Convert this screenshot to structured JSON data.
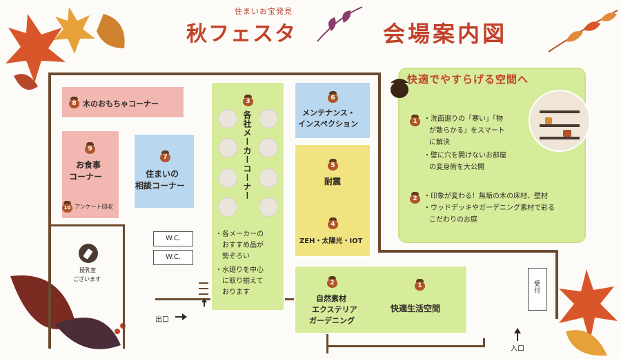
{
  "header": {
    "subtitle": "住まいお宝発見",
    "event_title": "秋フェスタ",
    "map_title": "会場案内図"
  },
  "rooms": {
    "r8": {
      "num": "8",
      "label": "木のおもちゃコーナー"
    },
    "r9": {
      "num": "9",
      "label1": "お食事",
      "label2": "コーナー"
    },
    "r10": {
      "num": "10",
      "label": "アンケート回収"
    },
    "r7": {
      "num": "7",
      "label1": "住まいの",
      "label2": "相談コーナー"
    },
    "r3": {
      "num": "3",
      "label": "各社メーカーコーナー"
    },
    "r6": {
      "num": "6",
      "label1": "メンテナンス・",
      "label2": "インスペクション"
    },
    "r5": {
      "num": "5",
      "label": "耐震"
    },
    "r4": {
      "num": "4",
      "label": "ZEH・太陽光・IOT"
    },
    "r2": {
      "num": "2",
      "label1": "自然素材",
      "label2": "エクステリア",
      "label3": "ガーデニング"
    },
    "r1": {
      "num": "1",
      "label": "快適生活空間"
    }
  },
  "maker_notes": [
    "・各メーカーの",
    "おすすめ品が",
    "勢ぞろい",
    "・水廻りを中心",
    "に取り揃えて",
    "おります"
  ],
  "facilities": {
    "wc1": "W.C.",
    "wc2": "W.C.",
    "nursing_line1": "授乳室",
    "nursing_line2": "ございます",
    "reception": "受付",
    "exit": "出口",
    "entrance": "入口"
  },
  "panel": {
    "heading": "快適でやすらげる空間へ",
    "item1_num": "1",
    "item1_lines": [
      "・洗面廻りの「寒い」「物",
      "が散らかる」をスマート",
      "に解決",
      "・壁に穴を開けないお部屋",
      "の変身術を大公開"
    ],
    "item2_num": "2",
    "item2_lines": [
      "・印象が変わる！無垢の木の床材、壁材",
      "・ウッドデッキやガーデニング素材で彩る",
      "こだわりのお庭"
    ]
  },
  "colors": {
    "pink": "#f2b7b0",
    "blue": "#b9d7ef",
    "yellow": "#f1e37f",
    "green": "#d7ec9a",
    "accent": "#c2412a",
    "wall": "#6b4a2f"
  },
  "icons": [
    "maple-leaf-icon",
    "acorn-icon",
    "baby-bottle-icon",
    "arrow-right-icon",
    "arrow-up-icon"
  ]
}
